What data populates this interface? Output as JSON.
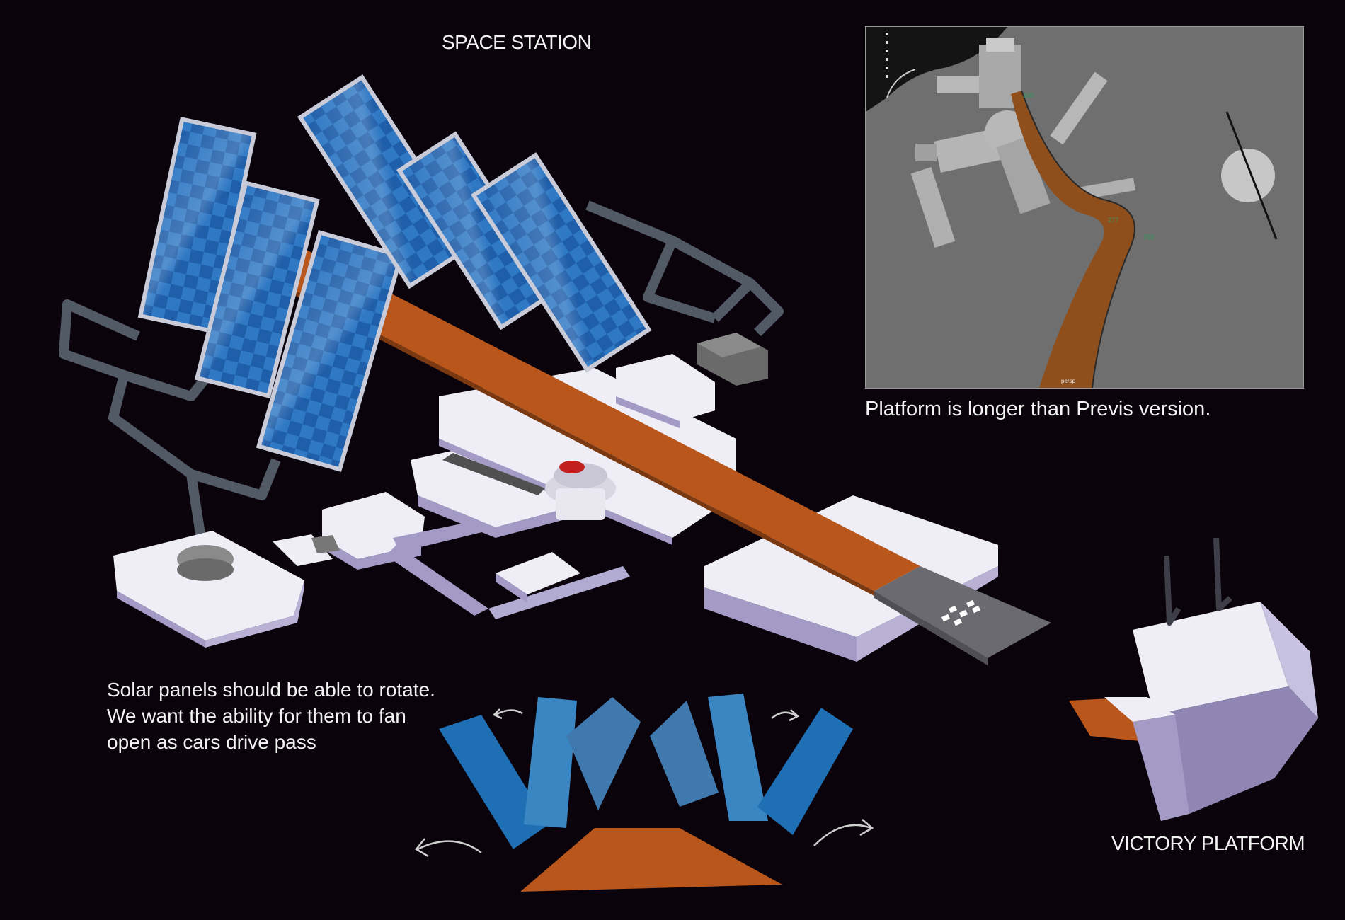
{
  "title": "SPACE STATION",
  "previs": {
    "caption": "Platform is longer than Previs version.",
    "viewport_label": "persp",
    "markers": [
      "300",
      "277",
      "253"
    ]
  },
  "note": {
    "line1": "Solar panels should be able to rotate.",
    "line2": "We want the ability for them to fan",
    "line3": "open as cars drive pass"
  },
  "victory_label": "VICTORY PLATFORM",
  "colors": {
    "background": "#0b030c",
    "track_orange": "#b8561b",
    "panel_blue": "#1e5fa6",
    "station_white": "#efeef6",
    "station_lavender": "#a39bc6",
    "previs_gray": "#6f6f6f"
  }
}
